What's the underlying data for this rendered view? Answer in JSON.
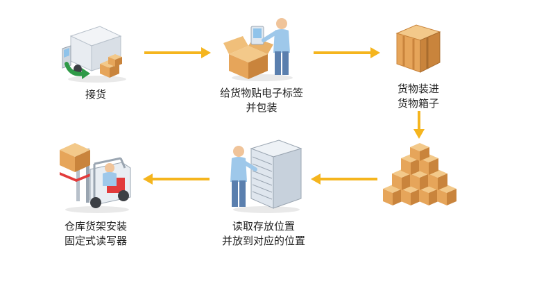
{
  "colors": {
    "arrow": "#f5b51e",
    "box_light": "#f3c98a",
    "box_mid": "#e6a55a",
    "box_dark": "#c9843c",
    "truck_body": "#e6ebf0",
    "truck_window": "#8fc3ea",
    "person_shirt": "#9ec8ea",
    "person_pants": "#5a7fae",
    "skin": "#f0c49a",
    "green": "#2f9a47"
  },
  "steps": [
    {
      "id": "receive",
      "icon": "delivery-truck-icon",
      "lines": [
        "接货"
      ]
    },
    {
      "id": "tag_pack",
      "icon": "worker-packing-box-icon",
      "lines": [
        "给货物贴电子标签",
        "并包装"
      ]
    },
    {
      "id": "boxing",
      "icon": "cargo-box-icon",
      "lines": [
        "货物装进",
        "货物箱子"
      ]
    },
    {
      "id": "stack",
      "icon": "stacked-boxes-icon",
      "lines": []
    },
    {
      "id": "read_store",
      "icon": "worker-server-rack-icon",
      "lines": [
        "读取存放位置",
        "并放到对应的位置"
      ]
    },
    {
      "id": "forklift",
      "icon": "forklift-icon",
      "lines": [
        "仓库货架安装",
        "固定式读写器"
      ]
    }
  ]
}
